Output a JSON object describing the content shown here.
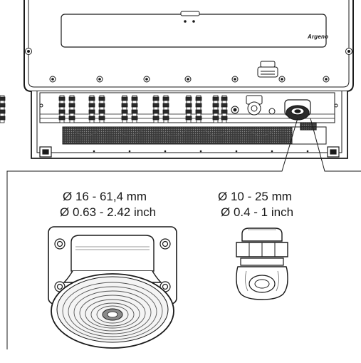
{
  "device": {
    "brand": "Argeno"
  },
  "callouts": {
    "large_gland": {
      "metric": "Ø 16 - 61,4 mm",
      "imperial": "Ø 0.63 - 2.42 inch"
    },
    "small_gland": {
      "metric": "Ø 10 - 25 mm",
      "imperial": "Ø 0.4 - 1 inch"
    }
  },
  "colors": {
    "line": "#1a1a1a",
    "fill": "#ffffff",
    "mesh": "#2a2a2a",
    "shade": "#8a8a8a"
  }
}
